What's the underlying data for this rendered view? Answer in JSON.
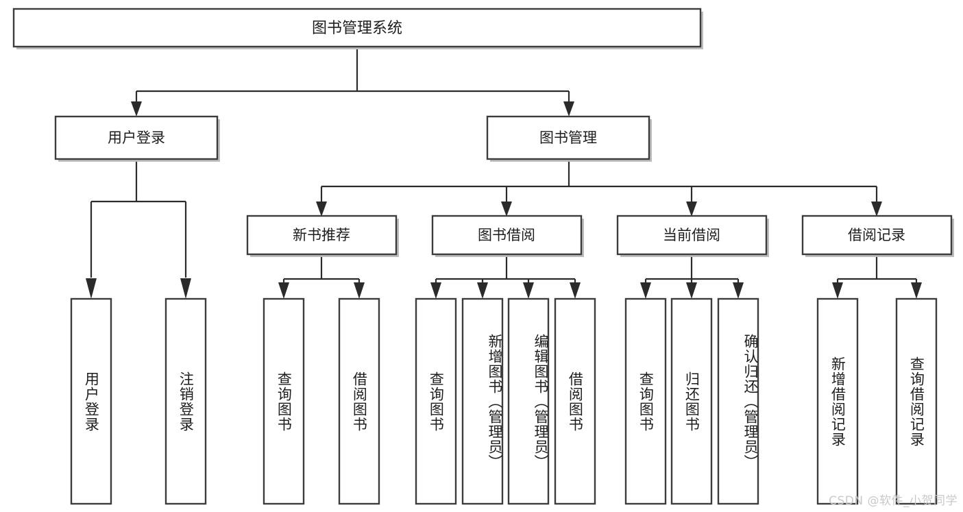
{
  "diagram": {
    "title": "图书管理系统",
    "watermark": "CSDN @软件_小贺同学",
    "levels": {
      "root": {
        "label": "图书管理系统"
      },
      "level2": [
        {
          "label": "用户登录"
        },
        {
          "label": "图书管理"
        }
      ],
      "level3": [
        {
          "label": "新书推荐"
        },
        {
          "label": "图书借阅"
        },
        {
          "label": "当前借阅"
        },
        {
          "label": "借阅记录"
        }
      ],
      "leaves": {
        "user_login": [
          {
            "label": "用户登录"
          },
          {
            "label": "注销登录"
          }
        ],
        "new_book_recommend": [
          {
            "label": "查询图书"
          },
          {
            "label": "借阅图书"
          }
        ],
        "book_borrow": [
          {
            "label": "查询图书"
          },
          {
            "label": "新增图书（管理员）"
          },
          {
            "label": "编辑图书（管理员）"
          },
          {
            "label": "借阅图书"
          }
        ],
        "current_borrow": [
          {
            "label": "查询图书"
          },
          {
            "label": "归还图书"
          },
          {
            "label": "确认归还（管理员）"
          }
        ],
        "borrow_record": [
          {
            "label": "新增借阅记录"
          },
          {
            "label": "查询借阅记录"
          }
        ]
      }
    },
    "colors": {
      "box_stroke": "#3c3c3c",
      "connector": "#2b2b2b",
      "text": "#1d1d1d",
      "background": "#ffffff",
      "watermark": "#c9c9c9"
    }
  }
}
